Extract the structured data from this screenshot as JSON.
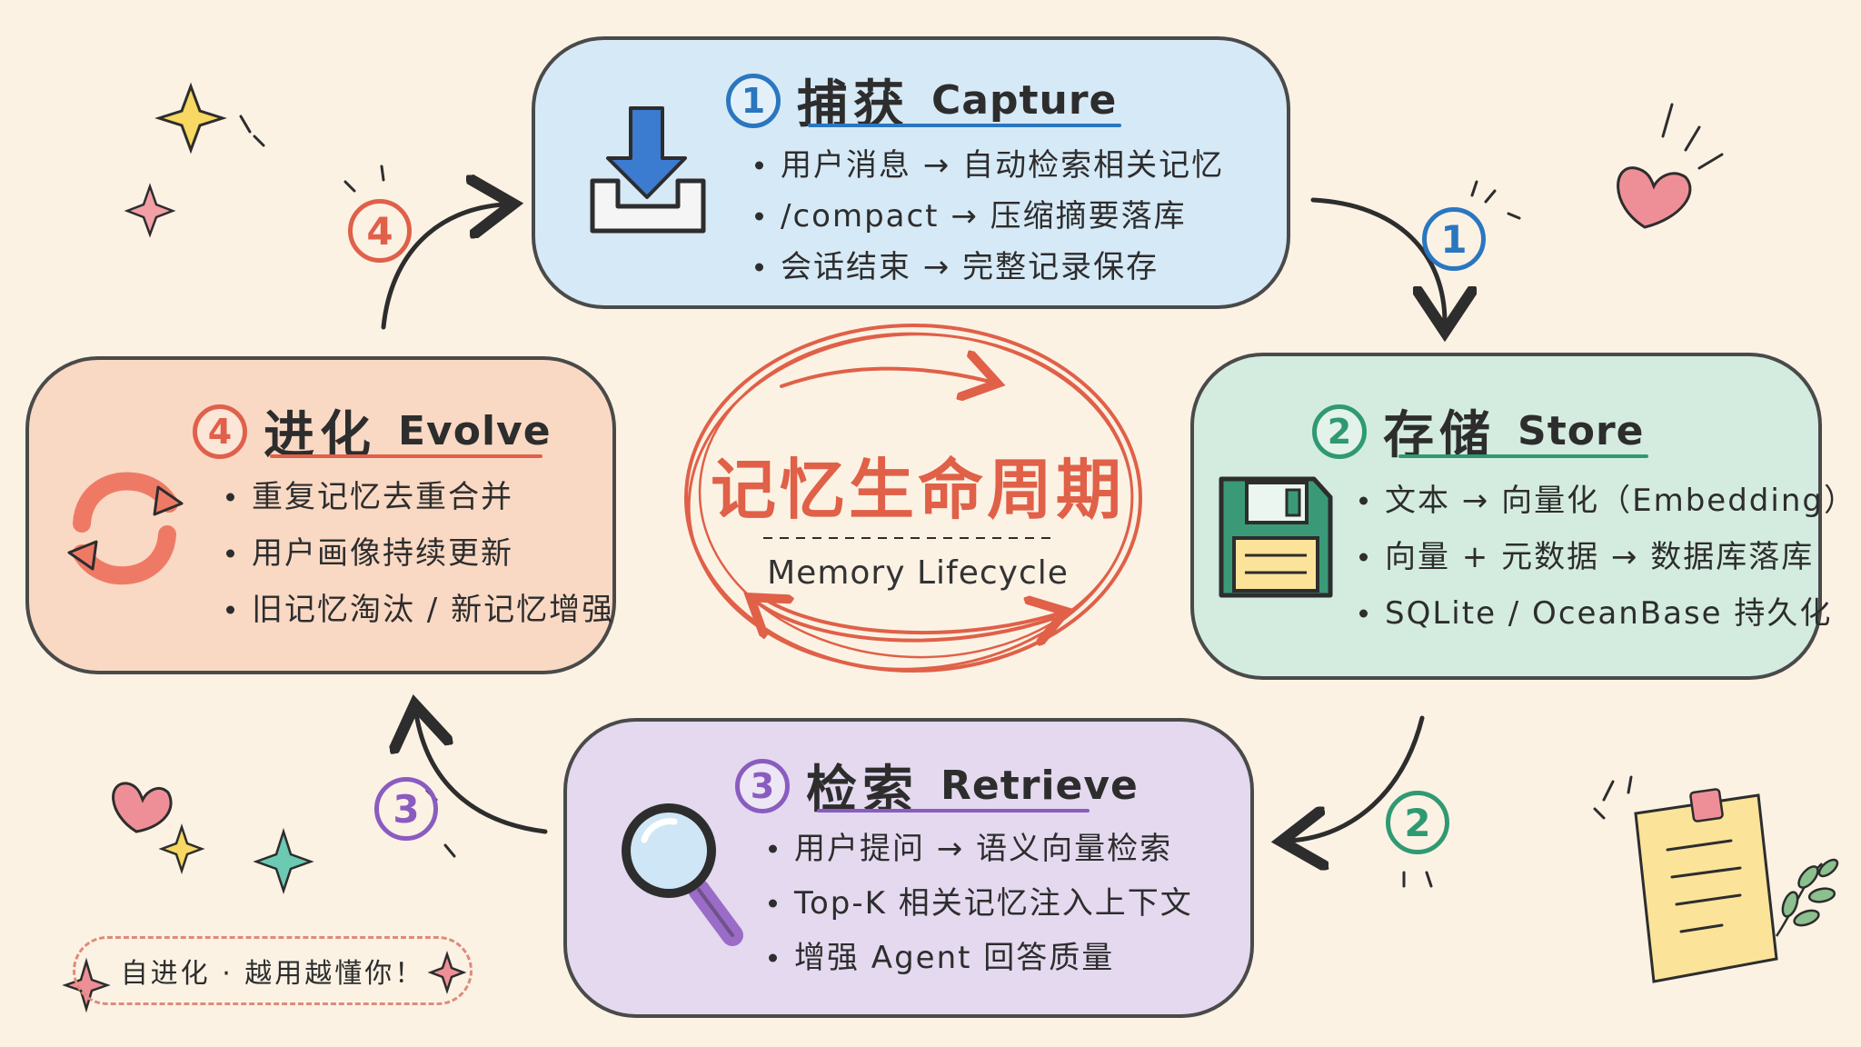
{
  "center": {
    "title": "记忆生命周期",
    "subtitle": "Memory Lifecycle"
  },
  "cards": {
    "capture": {
      "number": "1",
      "title_zh": "捕获",
      "title_en": "Capture",
      "items": [
        "用户消息 → 自动检索相关记忆",
        "/compact → 压缩摘要落库",
        "会话结束 → 完整记录保存"
      ],
      "icon": "download-tray-icon",
      "color": "#2a76c0"
    },
    "store": {
      "number": "2",
      "title_zh": "存储",
      "title_en": "Store",
      "items": [
        "文本 → 向量化（Embedding）",
        "向量 + 元数据 → 数据库落库",
        "SQLite / OceanBase 持久化"
      ],
      "icon": "floppy-disk-icon",
      "color": "#2f9a72"
    },
    "retrieve": {
      "number": "3",
      "title_zh": "检索",
      "title_en": "Retrieve",
      "items": [
        "用户提问 → 语义向量检索",
        "Top-K 相关记忆注入上下文",
        "增强 Agent 回答质量"
      ],
      "icon": "magnifier-icon",
      "color": "#8a5cc0"
    },
    "evolve": {
      "number": "4",
      "title_zh": "进化",
      "title_en": "Evolve",
      "items": [
        "重复记忆去重合并",
        "用户画像持续更新",
        "旧记忆淘汰 / 新记忆增强"
      ],
      "icon": "refresh-cycle-icon",
      "color": "#e0604a"
    }
  },
  "arrow_labels": {
    "a1": "1",
    "a2": "2",
    "a3": "3",
    "a4": "4"
  },
  "slogan": "自进化 · 越用越懂你！",
  "colors": {
    "background": "#fbf2e4",
    "capture_fill": "#d6e9f6",
    "store_fill": "#d4ecdf",
    "retrieve_fill": "#e4d9ef",
    "evolve_fill": "#f9d9c4",
    "center_red": "#e06048"
  }
}
